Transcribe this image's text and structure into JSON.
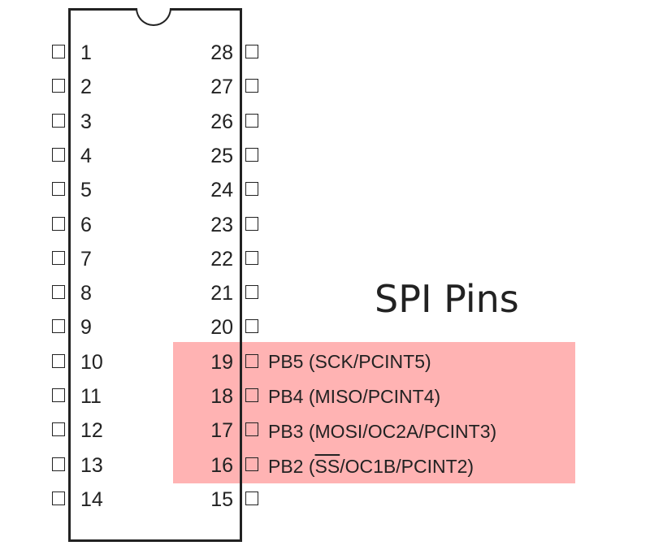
{
  "title": "SPI Pins",
  "left_pins": [
    "1",
    "2",
    "3",
    "4",
    "5",
    "6",
    "7",
    "8",
    "9",
    "10",
    "11",
    "12",
    "13",
    "14"
  ],
  "right_pins": [
    "28",
    "27",
    "26",
    "25",
    "24",
    "23",
    "22",
    "21",
    "20",
    "19",
    "18",
    "17",
    "16",
    "15"
  ],
  "signals": {
    "pin19": "PB5 (SCK/PCINT5)",
    "pin18": "PB4 (MISO/PCINT4)",
    "pin17": "PB3 (MOSI/OC2A/PCINT3)",
    "pin16_pre": "PB2 (",
    "pin16_ss": "SS",
    "pin16_post": "/OC1B/PCINT2)"
  },
  "colors": {
    "highlight": "#ffb3b3",
    "line": "#222222"
  }
}
